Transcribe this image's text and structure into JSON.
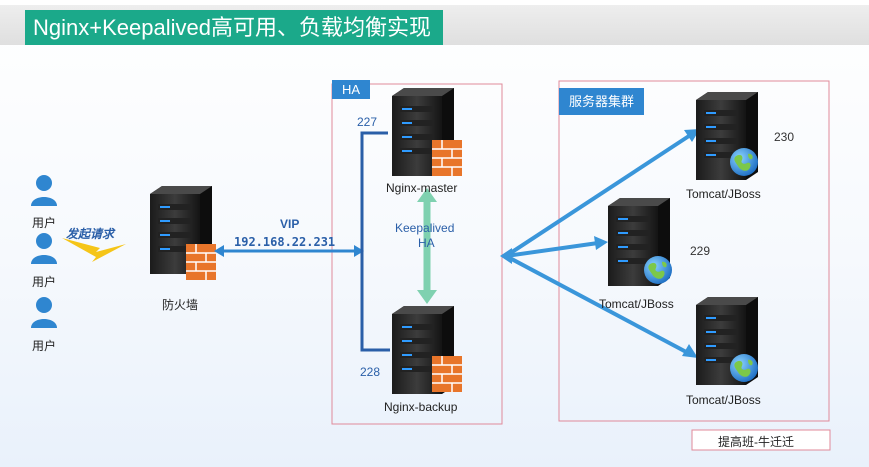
{
  "title": "Nginx+Keepalived高可用、负载均衡实现",
  "users": [
    "用户",
    "用户",
    "用户"
  ],
  "request_label": "发起请求",
  "firewall_label": "防火墙",
  "vip": {
    "label": "VIP",
    "address": "192.168.22.231"
  },
  "ha": {
    "label": "HA",
    "master": {
      "name": "Nginx-master",
      "ip": "227"
    },
    "backup": {
      "name": "Nginx-backup",
      "ip": "228"
    },
    "link_label_1": "Keepalived",
    "link_label_2": "HA"
  },
  "cluster": {
    "label": "服务器集群",
    "servers": [
      {
        "name": "Tomcat/JBoss",
        "ip": "230"
      },
      {
        "name": "Tomcat/JBoss",
        "ip": "229"
      },
      {
        "name": "Tomcat/JBoss",
        "ip": ""
      }
    ]
  },
  "credit": "提高班-牛迁迁",
  "colors": {
    "title_bg": "#1ba98a",
    "accent_blue": "#2f86d0",
    "link_green": "#7fd1b0",
    "box_border": "#e08a9a",
    "lightning": "#f5c518"
  }
}
